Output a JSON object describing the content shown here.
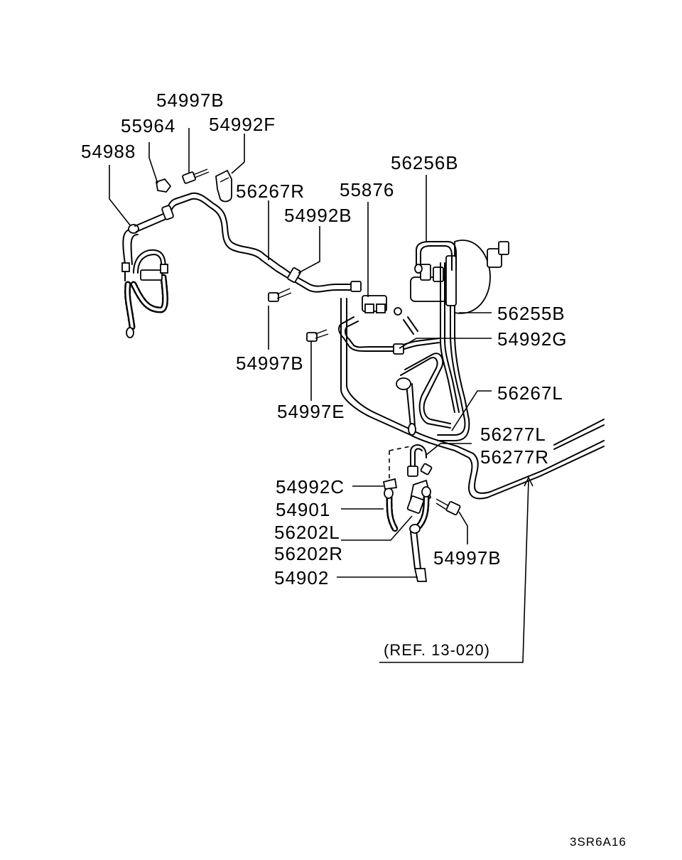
{
  "labels": {
    "l_54997B_top": "54997B",
    "l_55964": "55964",
    "l_54992F": "54992F",
    "l_54988": "54988",
    "l_56267R": "56267R",
    "l_55876": "55876",
    "l_56256B": "56256B",
    "l_54992B": "54992B",
    "l_56255B": "56255B",
    "l_54992G": "54992G",
    "l_54997B_mid": "54997B",
    "l_56267L": "56267L",
    "l_54997E": "54997E",
    "l_56277L": "56277L",
    "l_56277R": "56277R",
    "l_54992C": "54992C",
    "l_54901": "54901",
    "l_56202L": "56202L",
    "l_56202R": "56202R",
    "l_54997B_low": "54997B",
    "l_54902": "54902",
    "ref": "(REF. 13-020)",
    "code": "3SR6A16"
  }
}
